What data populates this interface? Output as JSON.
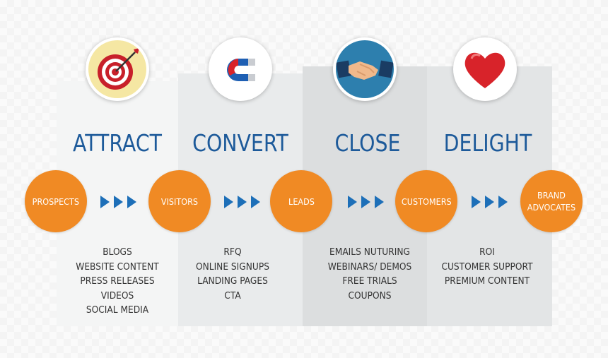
{
  "stages": [
    {
      "name": "ATTRACT",
      "icon": "target-icon",
      "items": [
        "BLOGS",
        "WEBSITE CONTENT",
        "PRESS RELEASES",
        "VIDEOS",
        "SOCIAL MEDIA"
      ]
    },
    {
      "name": "CONVERT",
      "icon": "magnet-icon",
      "items": [
        "RFQ",
        "ONLINE SIGNUPS",
        "LANDING PAGES",
        "CTA"
      ]
    },
    {
      "name": "CLOSE",
      "icon": "handshake-icon",
      "items": [
        "EMAILS NUTURING",
        "WEBINARS/ DEMOS",
        "FREE TRIALS",
        "COUPONS"
      ]
    },
    {
      "name": "DELIGHT",
      "icon": "heart-icon",
      "items": [
        "ROI",
        "CUSTOMER SUPPORT",
        "PREMIUM CONTENT"
      ]
    }
  ],
  "nodes": [
    {
      "label_1": "PROSPECTS",
      "label_2": ""
    },
    {
      "label_1": "VISITORS",
      "label_2": ""
    },
    {
      "label_1": "LEADS",
      "label_2": ""
    },
    {
      "label_1": "CUSTOMERS",
      "label_2": ""
    },
    {
      "label_1": "BRAND",
      "label_2": "ADVOCATES"
    }
  ],
  "colors": {
    "stage_title": "#1d5a9a",
    "node_fill": "#f08a24",
    "arrow": "#1d6fb8",
    "list_text": "#333333"
  }
}
